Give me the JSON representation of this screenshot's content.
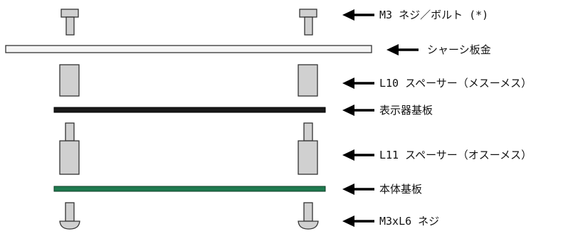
{
  "layers": [
    {
      "id": "screw-bolt",
      "label": "M3 ネジ／ボルト (*)"
    },
    {
      "id": "chassis",
      "label": "シャーシ板金",
      "color": "#f5f5f5"
    },
    {
      "id": "spacer-l10",
      "label": "L10 スペーサー（メスーメス）"
    },
    {
      "id": "display-board",
      "label": "表示器基板",
      "color": "#1a1a1a"
    },
    {
      "id": "spacer-l11",
      "label": "L11 スペーサー（オスーメス）"
    },
    {
      "id": "main-board",
      "label": "本体基板",
      "color": "#1e7a4f"
    },
    {
      "id": "screw-bottom",
      "label": "M3xL6 ネジ"
    }
  ],
  "colors": {
    "metal_part": "#d0d0d0",
    "outline": "#333333",
    "arrow": "#000000"
  }
}
